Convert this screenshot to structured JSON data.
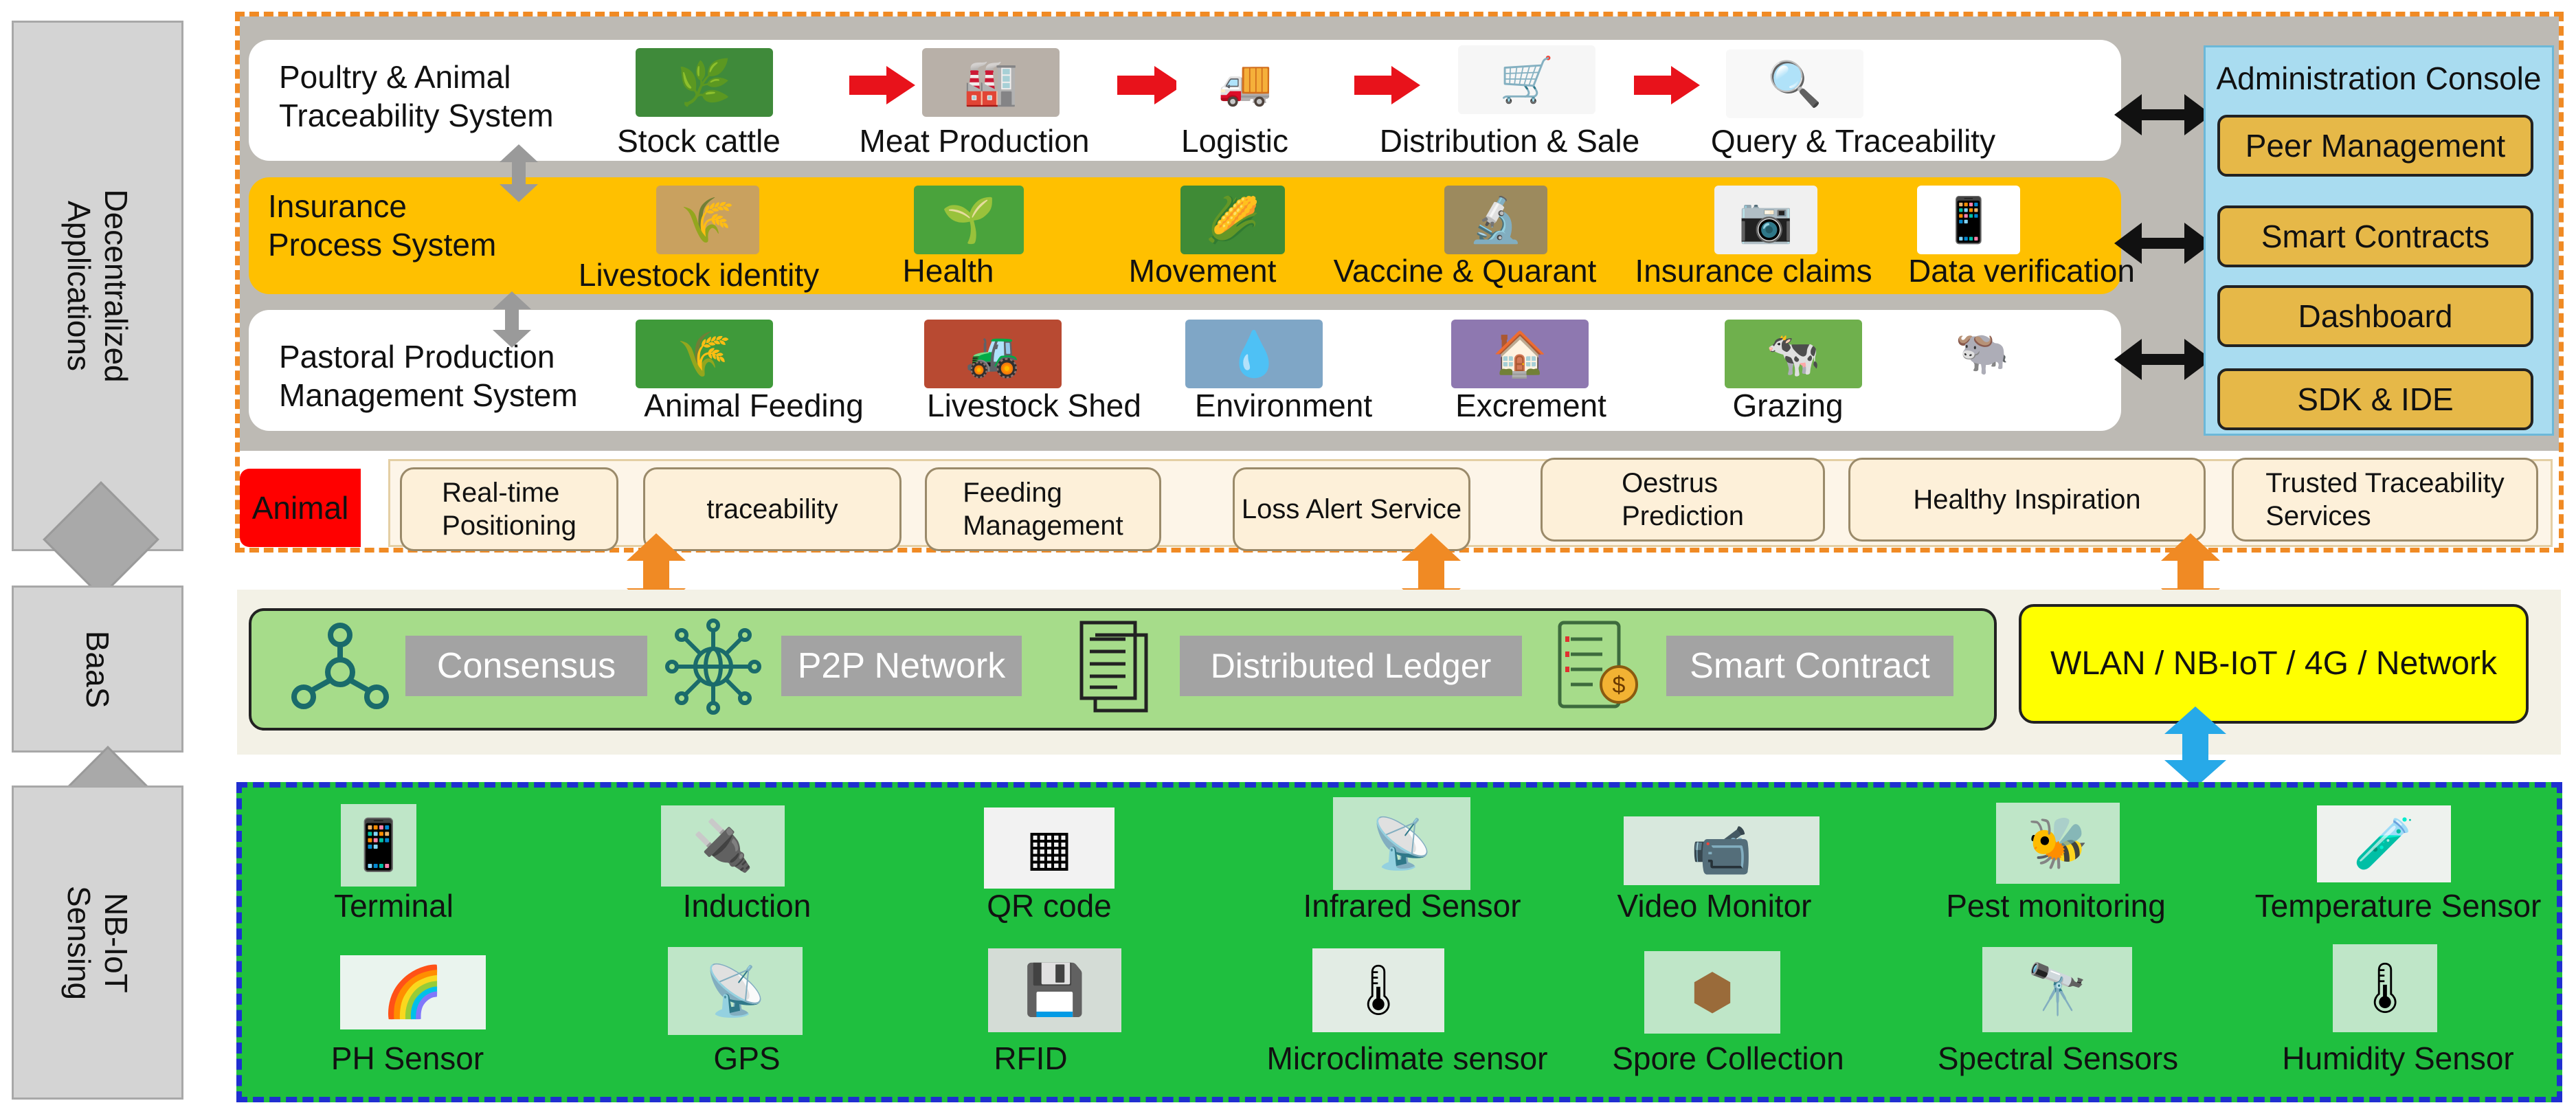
{
  "layers": {
    "applications": "Decentralized\nApplications",
    "baas": "BaaS",
    "sensing": "NB-IoT\nSensing"
  },
  "rows": [
    {
      "title": "Poultry & Animal\nTraceability System",
      "steps": [
        {
          "label": "Stock cattle",
          "icon": "grass-field-icon",
          "glyph": "🌿",
          "bg": "#3f8a3a"
        },
        {
          "label": "Meat Production",
          "icon": "meat-processing-icon",
          "glyph": "🏭",
          "bg": "#b8b0a8"
        },
        {
          "label": "Logistic",
          "icon": "truck-icon",
          "glyph": "🚚",
          "bg": "#ffffff"
        },
        {
          "label": "Distribution & Sale",
          "icon": "shopping-cart-icon",
          "glyph": "🛒",
          "bg": "#f6f6f6"
        },
        {
          "label": "Query & Traceability",
          "icon": "magnifier-icon",
          "glyph": "🔍",
          "bg": "#f8f8f8"
        }
      ]
    },
    {
      "title": "Insurance\nProcess System",
      "steps": [
        {
          "label": "Livestock identity",
          "icon": "grain-icon",
          "glyph": "🌾",
          "bg": "#c9a15f"
        },
        {
          "label": "Health",
          "icon": "field-rows-icon",
          "glyph": "🌱",
          "bg": "#4aa33c"
        },
        {
          "label": "Movement",
          "icon": "corn-field-icon",
          "glyph": "🌽",
          "bg": "#3f8b36"
        },
        {
          "label": "Vaccine & Quarant",
          "icon": "microscope-sample-icon",
          "glyph": "🔬",
          "bg": "#9c8a5e"
        },
        {
          "label": "Insurance claims",
          "icon": "camera-dome-icon",
          "glyph": "📷",
          "bg": "#f0f0f0"
        },
        {
          "label": "Data verification",
          "icon": "handheld-device-icon",
          "glyph": "📱",
          "bg": "#ffffff"
        }
      ]
    },
    {
      "title": "Pastoral Production\nManagement System",
      "steps": [
        {
          "label": "Animal Feeding",
          "icon": "crop-field-icon",
          "glyph": "🌾",
          "bg": "#3f9a3a"
        },
        {
          "label": "Livestock Shed",
          "icon": "tractor-icon",
          "glyph": "🚜",
          "bg": "#b84a32"
        },
        {
          "label": "Environment",
          "icon": "irrigation-icon",
          "glyph": "💧",
          "bg": "#7fa6c6"
        },
        {
          "label": "Excrement",
          "icon": "greenhouse-icon",
          "glyph": "🏠",
          "bg": "#8e78b0"
        },
        {
          "label": "Grazing",
          "icon": "cow-icon",
          "glyph": "🐄",
          "bg": "#6fb04d"
        },
        {
          "label": "",
          "icon": "yak-icon",
          "glyph": "🐃",
          "bg": "#ffffff"
        }
      ]
    }
  ],
  "console": {
    "title": "Administration Console",
    "buttons": [
      "Peer Management",
      "Smart Contracts",
      "Dashboard",
      "SDK & IDE"
    ]
  },
  "services": {
    "animal": "Animal",
    "items": [
      "Real-time\nPositioning",
      "traceability",
      "Feeding\nManagement",
      "Loss Alert Service",
      "Oestrus\nPrediction",
      "Healthy Inspiration",
      "Trusted Traceability\nServices"
    ]
  },
  "baas": {
    "items": [
      "Consensus",
      "P2P Network",
      "Distributed Ledger",
      "Smart Contract"
    ],
    "network": "WLAN / NB-IoT / 4G / Network"
  },
  "sensing": {
    "row1": [
      {
        "label": "Terminal",
        "icon": "smartphone-icon",
        "glyph": "📱"
      },
      {
        "label": "Induction",
        "icon": "induction-probe-icon",
        "glyph": "🔌"
      },
      {
        "label": "QR code",
        "icon": "qr-code-icon",
        "glyph": "▦"
      },
      {
        "label": "Infrared Sensor",
        "icon": "infrared-sensor-icon",
        "glyph": "📡"
      },
      {
        "label": "Video Monitor",
        "icon": "cctv-camera-icon",
        "glyph": "📹"
      },
      {
        "label": "Pest monitoring",
        "icon": "bee-icon",
        "glyph": "🐝"
      },
      {
        "label": "Temperature Sensor",
        "icon": "flask-icon",
        "glyph": "🧪"
      }
    ],
    "row2": [
      {
        "label": "PH Sensor",
        "icon": "ph-scale-icon",
        "glyph": "🌈"
      },
      {
        "label": "GPS",
        "icon": "satellite-dish-icon",
        "glyph": "📡"
      },
      {
        "label": "RFID",
        "icon": "rfid-chip-icon",
        "glyph": "💾"
      },
      {
        "label": "Microclimate  sensor",
        "icon": "weather-station-icon",
        "glyph": "🌡"
      },
      {
        "label": "Spore Collection",
        "icon": "spore-hexagon-icon",
        "glyph": "⬢"
      },
      {
        "label": "Spectral Sensors",
        "icon": "spectrometer-icon",
        "glyph": "🔭"
      },
      {
        "label": "Humidity Sensor",
        "icon": "thermometer-icon",
        "glyph": "🌡"
      }
    ]
  },
  "colors": {
    "orange_border": "#f08a24",
    "insurance_row": "#ffc000",
    "console_bg": "#a9dcf0",
    "baas_green": "#a6dc8a",
    "network_yellow": "#ffff00",
    "sensing_green": "#1fbf3f",
    "sensing_border": "#1f2fd0",
    "animal_red": "#ff0000",
    "blue_arrow": "#27a9e8"
  }
}
